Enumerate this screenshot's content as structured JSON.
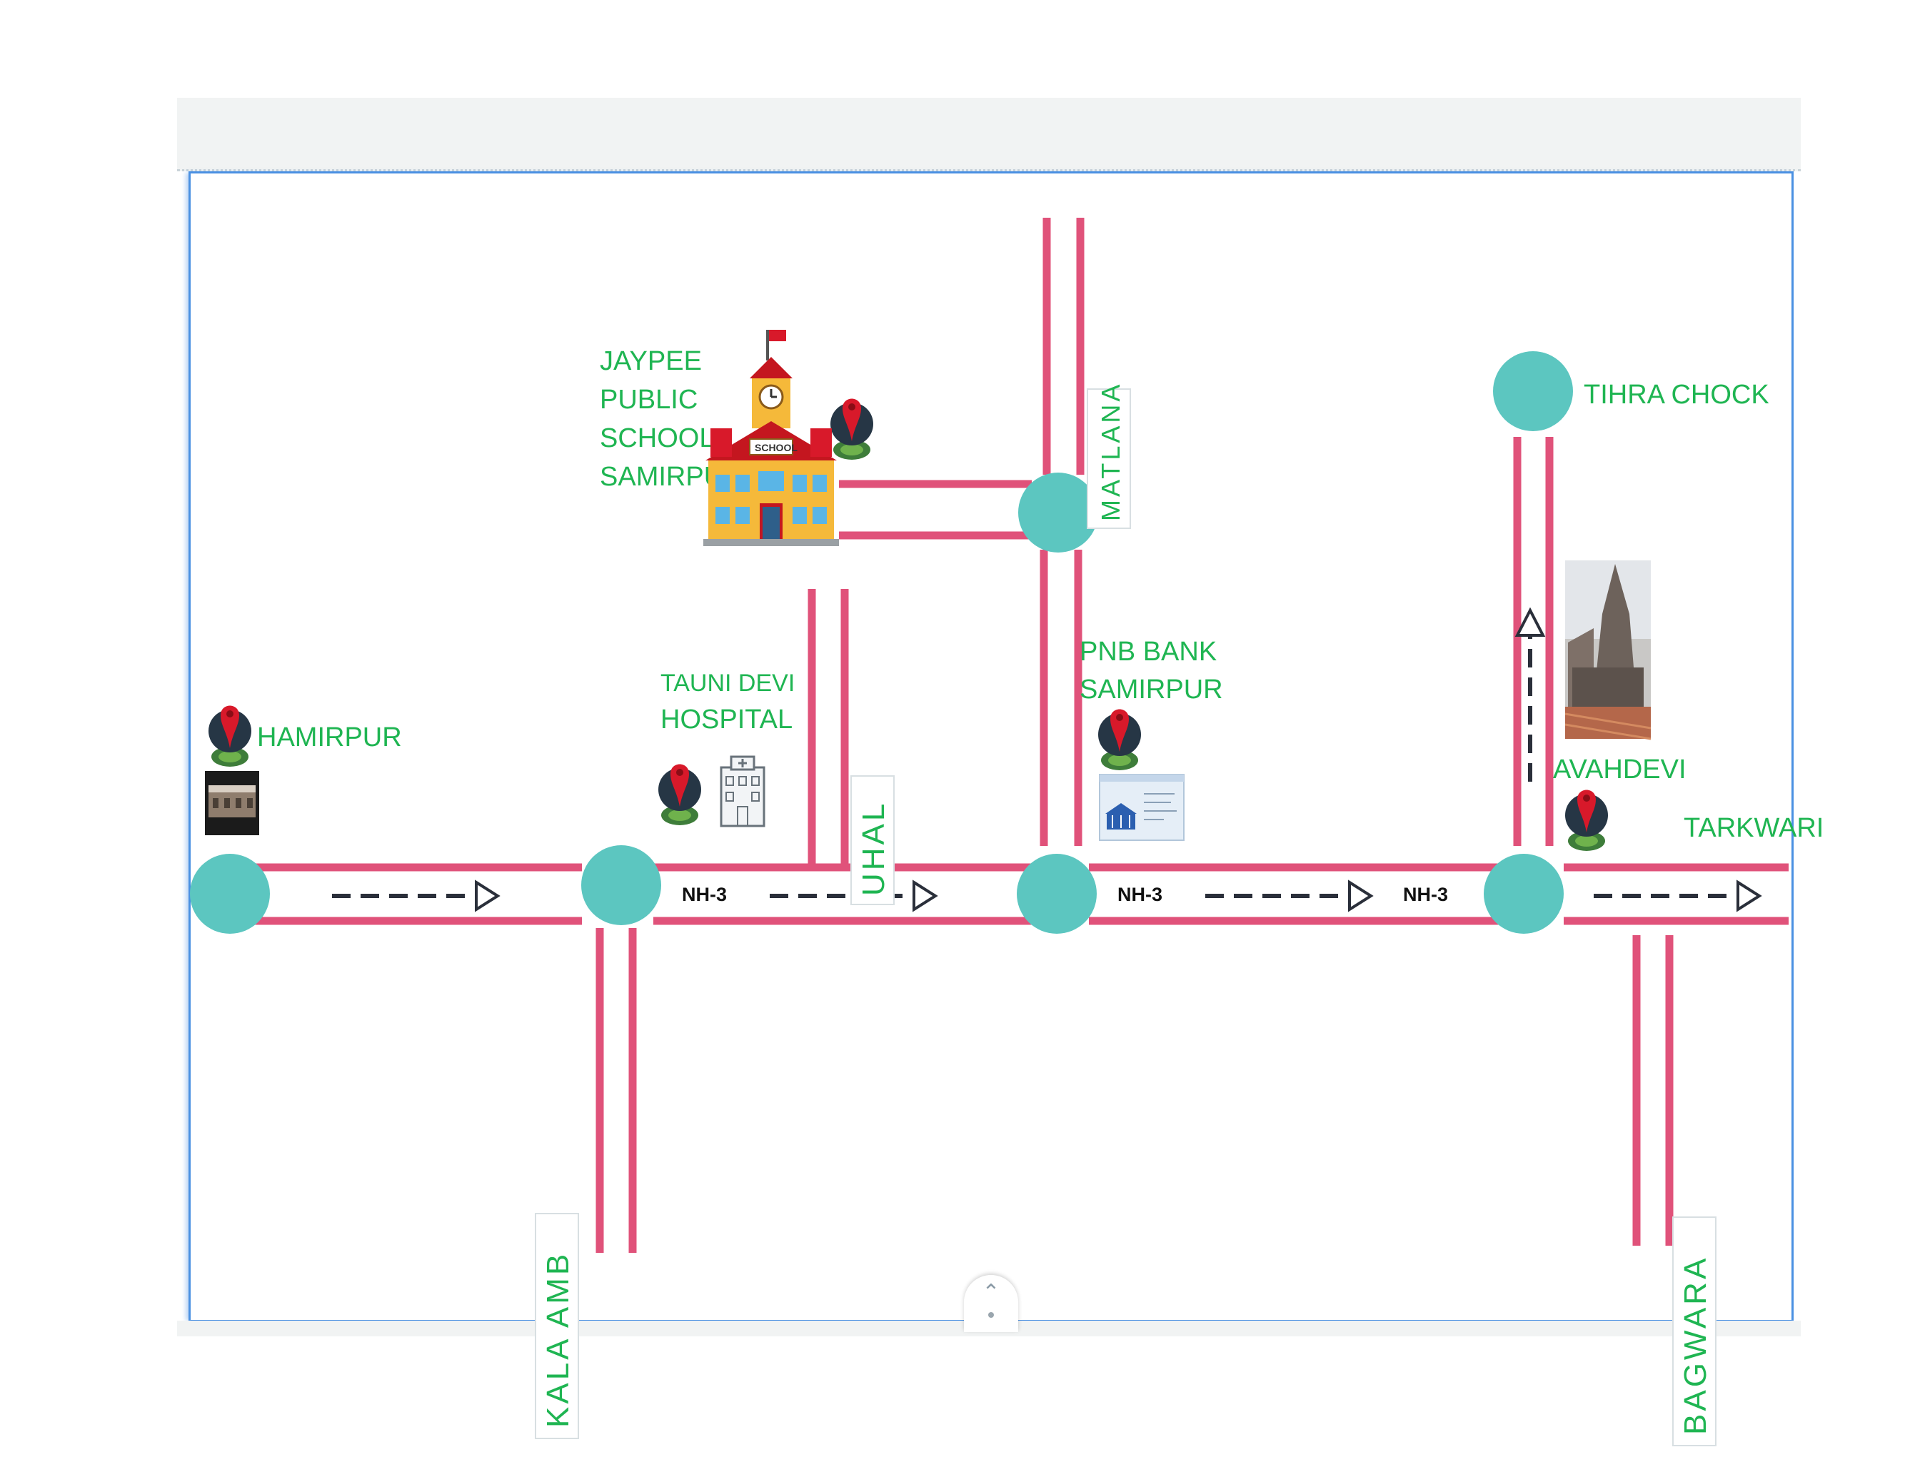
{
  "map": {
    "places": {
      "hamirpur": "HAMIRPUR",
      "tauni_devi_line1": "TAUNI DEVI",
      "tauni_devi_line2": "HOSPITAL",
      "jaypee_line1": "JAYPEE",
      "jaypee_line2": "PUBLIC",
      "jaypee_line3": "SCHOOL",
      "jaypee_line4": "SAMIRPUR",
      "pnb_line1": "PNB BANK",
      "pnb_line2": "SAMIRPUR",
      "tihra_chock": "TIHRA CHOCK",
      "avahdevi": "AVAHDEVI",
      "tarkwari": "TARKWARI"
    },
    "roads": {
      "matlana": "MATLANA",
      "uhal": "UHAL",
      "kala_amb": "KALA AMB",
      "bagwara": "BAGWARA"
    },
    "highway_labels": [
      "NH-3",
      "NH-3",
      "NH-3"
    ],
    "school_sign": "SCHOOL",
    "colors": {
      "road": "#e0527a",
      "junction": "#5cc6c0",
      "label": "#1fb552",
      "frame": "#4a90e2",
      "marker": "#d8192a"
    },
    "icons": [
      "location-pin-icon",
      "school-building-icon",
      "hospital-icon",
      "bank-icon",
      "temple-photo",
      "town-photo",
      "direction-arrow-icon",
      "chevron-up-icon"
    ]
  }
}
